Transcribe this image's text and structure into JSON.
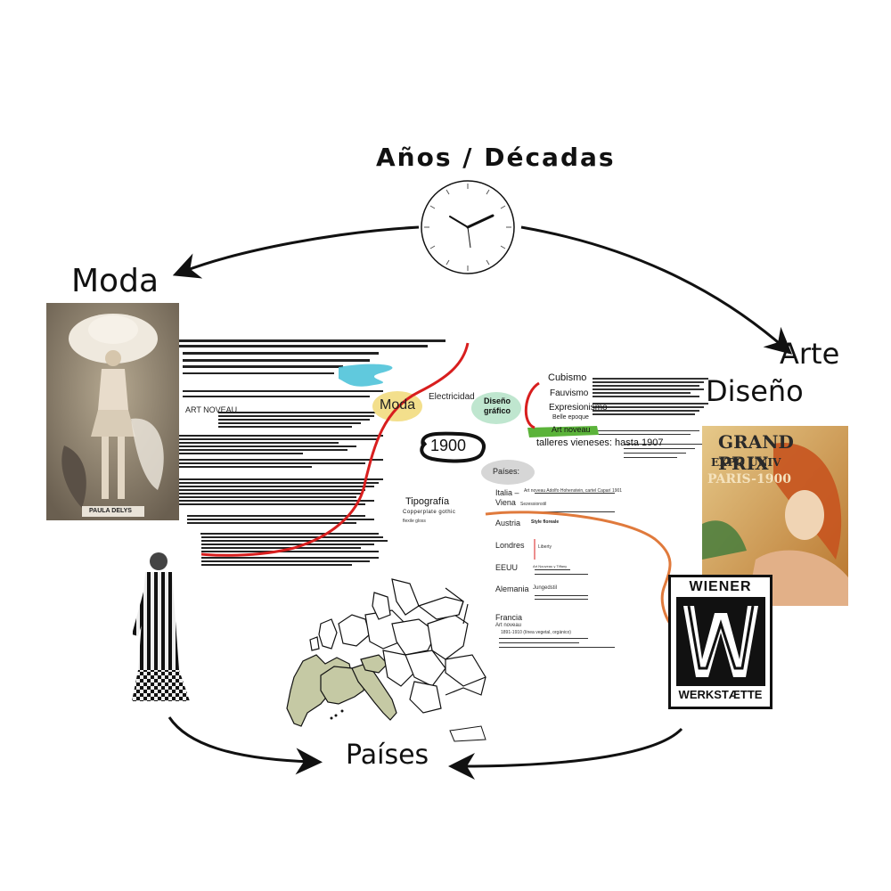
{
  "diagram": {
    "center_title": "Años / Décadas",
    "nodes": {
      "moda": "Moda",
      "arte": "Arte",
      "diseno": "Diseño",
      "paises": "Países"
    },
    "collage": {
      "header_text": "ART NOVEAU",
      "moda_bubble": "Moda",
      "electricidad": "Electricidad",
      "diseno_grafico": "Diseño gráfico",
      "year": "1900",
      "tipografia": "Tipografía",
      "tipografia_sub": "Copperplate gothic",
      "tipografia_sub2": "flexile gloss",
      "art_movements": [
        "Cubismo",
        "Fauvismo",
        "Expresionismo"
      ],
      "belle_epoque": "Belle epoque",
      "art_noveau": "Art noveau",
      "talleres": "talleres vieneses: hasta 1907",
      "paises_bubble": "Países:",
      "countries": [
        {
          "name": "Italia – Viena",
          "style": "Art noveau Adolfo Hohenstein, cartel Caparí 1901",
          "sub": "Sezessionstil"
        },
        {
          "name": "Austria",
          "style": "Style floreale"
        },
        {
          "name": "Londres",
          "style": "Liberty"
        },
        {
          "name": "EEUU",
          "style": "Art Nouveau y Tiffany"
        },
        {
          "name": "Alemania",
          "style": "Jungedstil"
        },
        {
          "name": "Francia",
          "style": "Art noveau",
          "sub": "1891-1910 (línea vegetal, orgánico)"
        }
      ]
    },
    "images": {
      "poster_title": "GRAND PRIX",
      "poster_sub": "EXPO UNIV",
      "poster_city": "PARIS-1900",
      "photo_caption": "PAULA DELYS",
      "logo_top": "WIENER",
      "logo_bottom": "WERKSTÆTTE"
    },
    "colors": {
      "red": "#d81e1e",
      "orange": "#e07a3c",
      "cyan": "#4fc3d9",
      "yellow": "#f3df8c",
      "mint": "#bfe6cf",
      "green": "#5bb33a",
      "gray_bubble": "#d6d6d6",
      "map_fill": "#c5c9a4"
    }
  }
}
